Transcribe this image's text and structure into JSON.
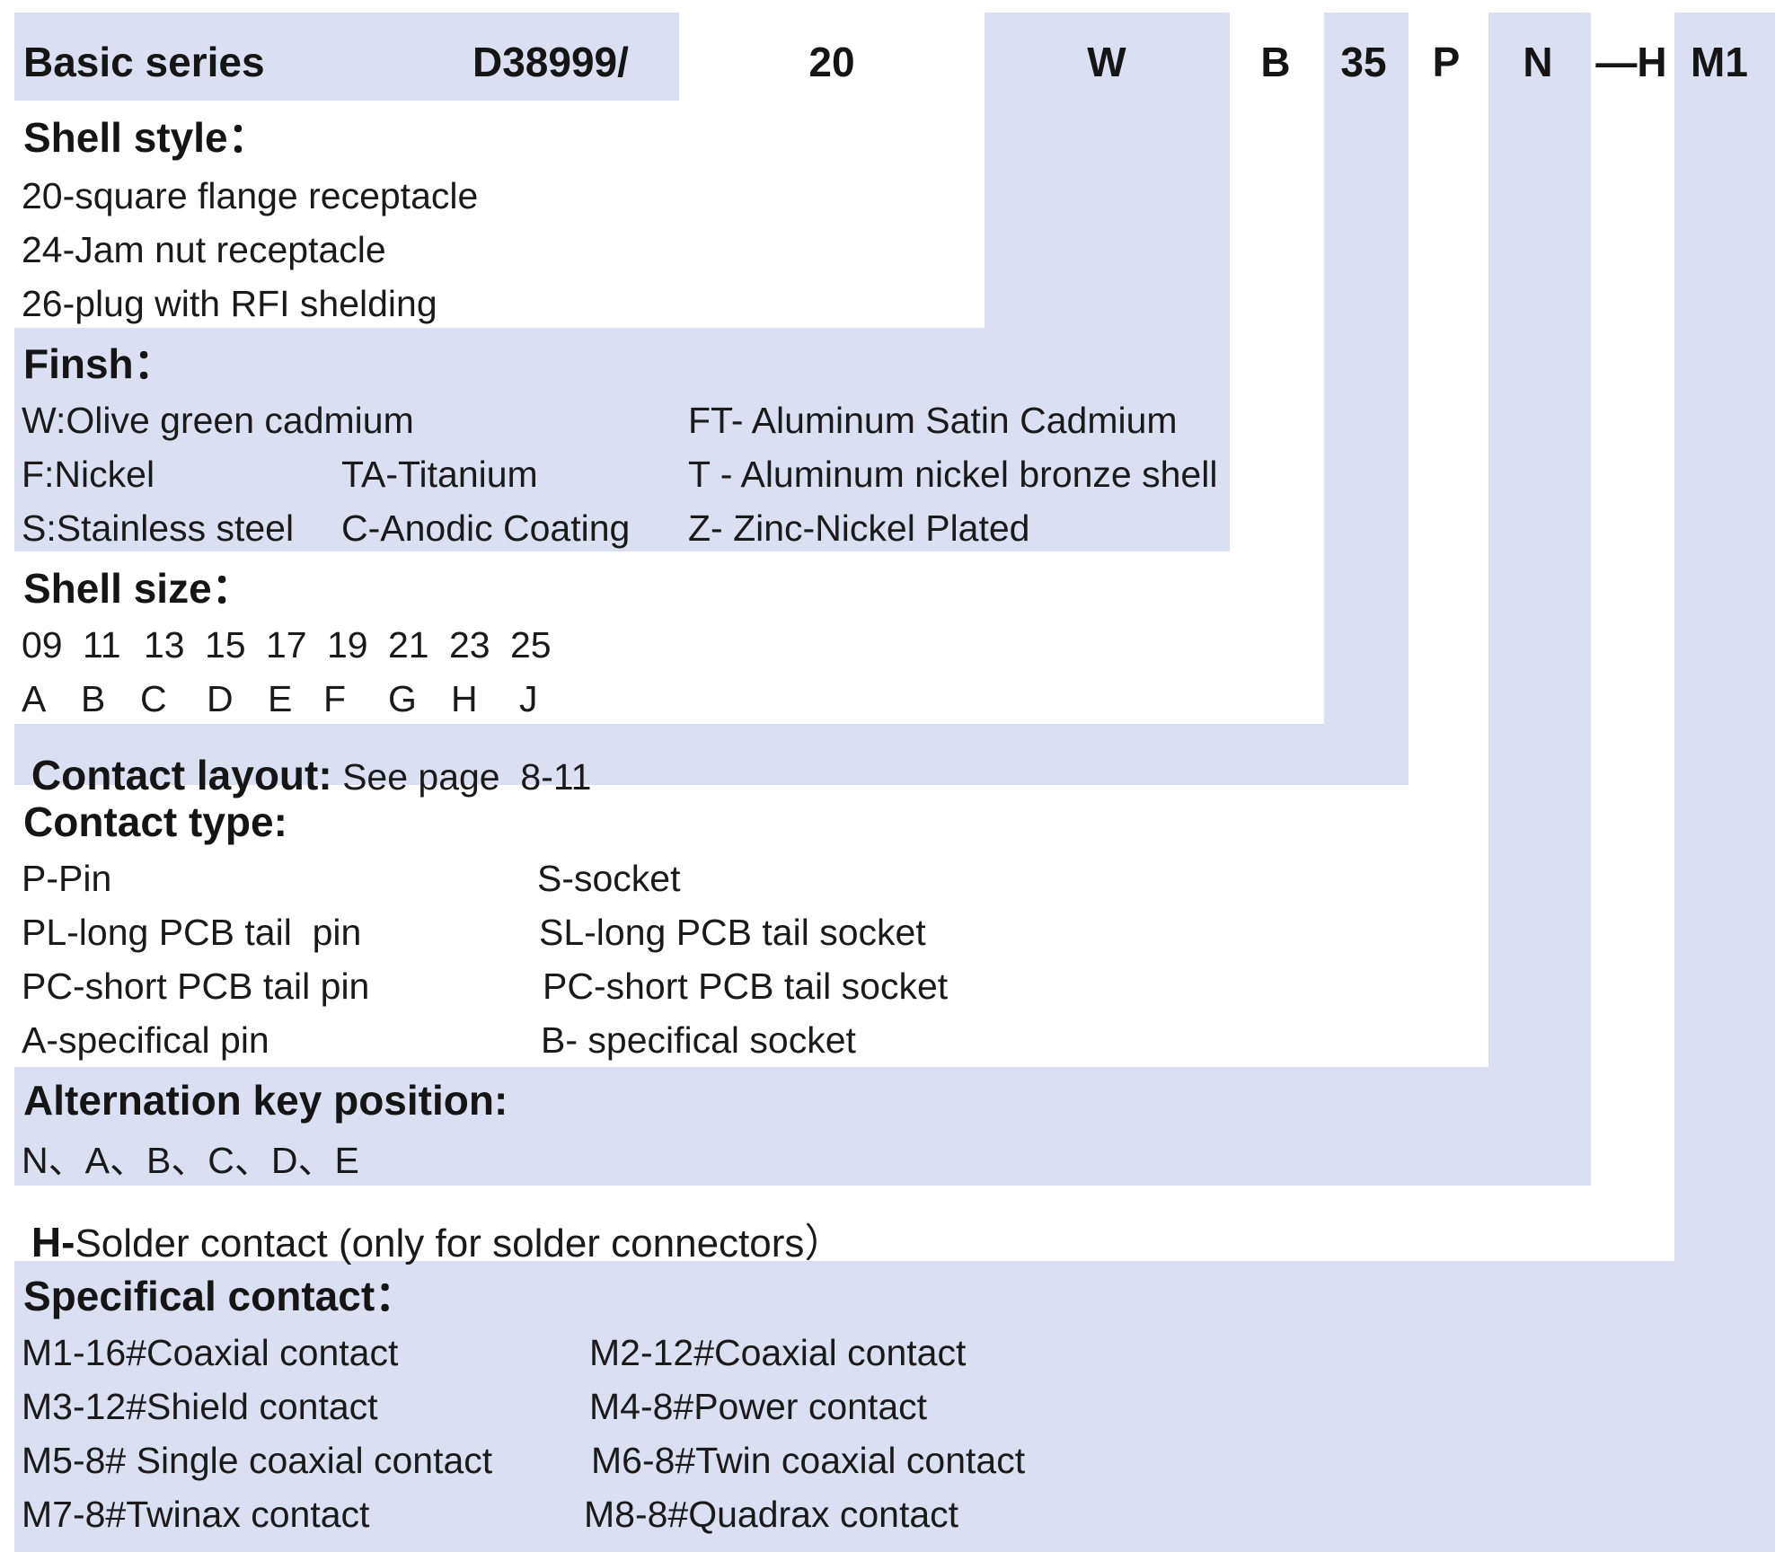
{
  "colors": {
    "band": "#dae0f1",
    "text": "#1a1a1a"
  },
  "header": {
    "basic_series": "Basic series",
    "code": "D38999/",
    "shell_style": "20",
    "finish": "W",
    "shell_size": "B",
    "contact_layout": "35",
    "contact_type": "P",
    "key_position": "N",
    "solder": "—H",
    "special": "M1"
  },
  "shell_style": {
    "title": "Shell style：",
    "items": [
      "20-square flange receptacle",
      "24-Jam nut receptacle",
      "26-plug with RFI shelding"
    ]
  },
  "finish": {
    "title": "Finsh：",
    "rows": [
      [
        "W:Olive green cadmium",
        "",
        "FT- Aluminum Satin Cadmium"
      ],
      [
        "F:Nickel",
        "TA-Titanium",
        "T - Aluminum nickel bronze shell"
      ],
      [
        "S:Stainless steel",
        "C-Anodic Coating",
        "Z- Zinc-Nickel Plated"
      ]
    ]
  },
  "shell_size": {
    "title": "Shell size：",
    "numbers": [
      "09",
      "11",
      "13",
      "15",
      "17",
      "19",
      "21",
      "23",
      "25"
    ],
    "letters": [
      "A",
      "B",
      "C",
      "D",
      "E",
      "F",
      "G",
      "H",
      "J"
    ]
  },
  "contact_layout": {
    "title": "Contact layout:",
    "text": " See page  8-11"
  },
  "contact_type": {
    "title": "Contact type:",
    "rows": [
      [
        "P-Pin",
        "S-socket"
      ],
      [
        "PL-long PCB tail  pin",
        "SL-long PCB tail socket"
      ],
      [
        "PC-short PCB tail pin",
        "PC-short PCB tail socket"
      ],
      [
        "A-specifical pin",
        "B- specifical socket"
      ]
    ]
  },
  "alternation": {
    "title": "Alternation key position:",
    "text": "N、A、B、C、D、E"
  },
  "solder": {
    "key": "H-",
    "text": "Solder contact (only for solder connectors）"
  },
  "specifical": {
    "title": "Specifical contact：",
    "rows": [
      [
        "M1-16#Coaxial contact",
        "M2-12#Coaxial contact"
      ],
      [
        "M3-12#Shield contact",
        "M4-8#Power contact"
      ],
      [
        "M5-8# Single coaxial contact",
        "M6-8#Twin coaxial contact"
      ],
      [
        "M7-8#Twinax contact",
        "M8-8#Quadrax contact"
      ]
    ]
  }
}
